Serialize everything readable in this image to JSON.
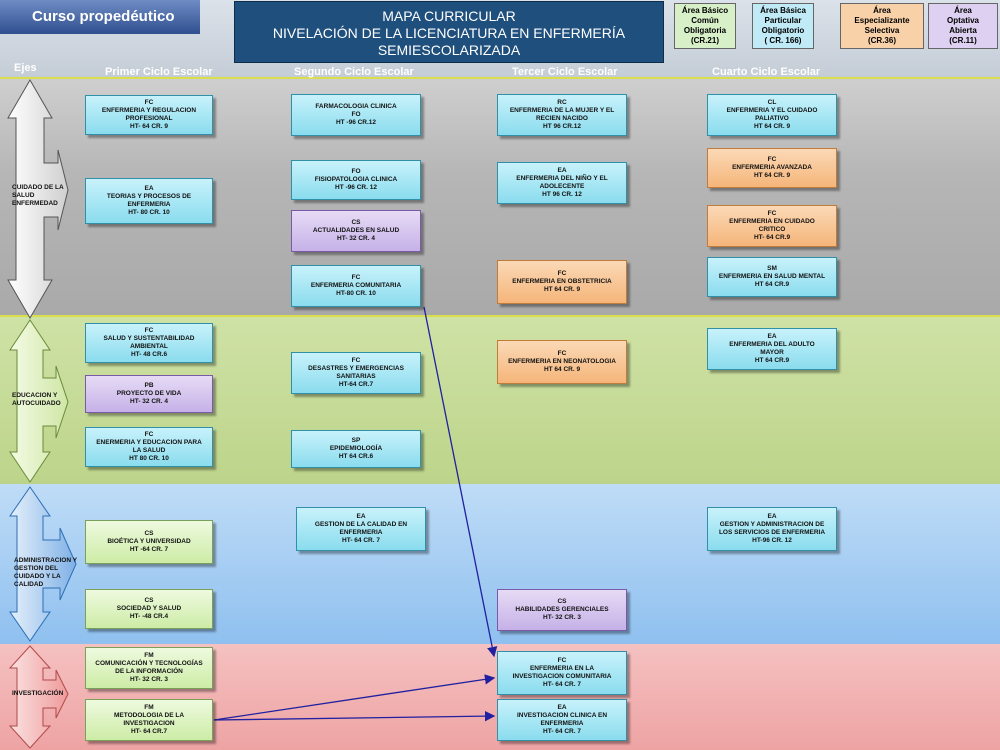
{
  "course_label": "Curso propedéutico",
  "title_lines": [
    "MAPA CURRICULAR",
    "NIVELACIÓN DE LA LICENCIATURA EN ENFERMERÍA",
    "SEMIESCOLARIZADA"
  ],
  "ejes_label": "Ejes",
  "cycles": [
    "Primer Ciclo Escolar",
    "Segundo Ciclo Escolar",
    "Tercer Ciclo Escolar",
    "Cuarto Ciclo Escolar"
  ],
  "legend": [
    {
      "lines": [
        "Área Básico",
        "Común",
        "Obligatoria",
        "(CR.21)"
      ]
    },
    {
      "lines": [
        "Área Básica",
        "Particular",
        "Obligatorio",
        "( CR. 166)"
      ]
    },
    {
      "lines": [
        "Área",
        "Especializante",
        "Selectiva",
        "(CR.36)"
      ]
    },
    {
      "lines": [
        "Área",
        "Optativa",
        "Abierta",
        "(CR.11)"
      ]
    }
  ],
  "axes": [
    {
      "lines": [
        "CUIDADO DE LA",
        "SALUD",
        "ENFERMEDAD"
      ]
    },
    {
      "lines": [
        "EDUCACION Y",
        "AUTOCUIDADO"
      ]
    },
    {
      "lines": [
        "ADMINISTRACION Y",
        "GESTION DEL",
        "CUIDADO Y LA",
        "CALIDAD"
      ]
    },
    {
      "lines": [
        "INVESTIGACIÓN"
      ]
    }
  ],
  "nodes": [
    {
      "lines": [
        "FC",
        "ENFERMERIA Y REGULACION",
        "PROFESIONAL",
        "HT- 64 CR. 9"
      ],
      "color": "cyan"
    },
    {
      "lines": [
        "EA",
        "TEORIAS Y PROCESOS DE",
        "ENFERMERIA",
        "HT- 80 CR. 10"
      ],
      "color": "cyan"
    },
    {
      "lines": [
        "FC",
        "SALUD Y SUSTENTABILIDAD",
        "AMBIENTAL",
        "HT- 48 CR.6"
      ],
      "color": "cyan"
    },
    {
      "lines": [
        "PB",
        "PROYECTO DE VIDA",
        "HT- 32 CR. 4"
      ],
      "color": "purple"
    },
    {
      "lines": [
        "FC",
        "ENERMERIA Y EDUCACION PARA",
        "LA SALUD",
        "HT 80 CR. 10"
      ],
      "color": "cyan"
    },
    {
      "lines": [
        "CS",
        "BIOÉTICA Y UNIVERSIDAD",
        "HT -64 CR. 7"
      ],
      "color": "green"
    },
    {
      "lines": [
        "CS",
        "SOCIEDAD Y SALUD",
        "HT- -48 CR.4"
      ],
      "color": "green"
    },
    {
      "lines": [
        "FM",
        "COMUNICACIÓN Y TECNOLOGÍAS",
        "DE LA INFORMACIÓN",
        "HT- 32 CR. 3"
      ],
      "color": "green"
    },
    {
      "lines": [
        "FM",
        "METODOLOGIA DE LA",
        "INVESTIGACION",
        "HT- 64 CR.7"
      ],
      "color": "green"
    },
    {
      "lines": [
        "FARMACOLOGIA CLINICA",
        "FO",
        "HT -96 CR.12"
      ],
      "color": "cyan"
    },
    {
      "lines": [
        "FO",
        "FISIOPATOLOGIA CLINICA",
        "HT -96 CR. 12"
      ],
      "color": "cyan"
    },
    {
      "lines": [
        "CS",
        "ACTUALIDADES EN SALUD",
        "HT- 32 CR. 4"
      ],
      "color": "purple"
    },
    {
      "lines": [
        "FC",
        "ENFERMERIA COMUNITARIA",
        "HT-80 CR. 10"
      ],
      "color": "cyan"
    },
    {
      "lines": [
        "FC",
        "DESASTRES Y EMERGENCIAS",
        "SANITARIAS",
        "HT-64 CR.7"
      ],
      "color": "cyan"
    },
    {
      "lines": [
        "SP",
        "EPIDEMIOLOGÍA",
        "HT 64 CR.6"
      ],
      "color": "cyan"
    },
    {
      "lines": [
        "EA",
        "GESTION DE LA CALIDAD EN",
        "ENFERMERIA",
        "HT- 64 CR. 7"
      ],
      "color": "cyan"
    },
    {
      "lines": [
        "RC",
        "ENFERMERIA DE LA MUJER Y EL",
        "RECIEN NACIDO",
        "HT 96 CR.12"
      ],
      "color": "cyan"
    },
    {
      "lines": [
        "EA",
        "ENFERMERIA DEL NIÑO Y EL",
        "ADOLECENTE",
        "HT 96 CR. 12"
      ],
      "color": "cyan"
    },
    {
      "lines": [
        "FC",
        "ENFERMERIA EN OBSTETRICIA",
        "HT 64 CR. 9"
      ],
      "color": "orange"
    },
    {
      "lines": [
        "FC",
        "ENFERMERIA EN NEONATOLOGIA",
        "HT 64 CR. 9"
      ],
      "color": "orange"
    },
    {
      "lines": [
        "CS",
        "HABILIDADES GERENCIALES",
        "HT- 32 CR. 3"
      ],
      "color": "purple"
    },
    {
      "lines": [
        "FC",
        "ENFERMERIA EN LA",
        "INVESTIGACION COMUNITARIA",
        "HT- 64 CR. 7"
      ],
      "color": "cyan"
    },
    {
      "lines": [
        "EA",
        "INVESTIGACION CLINICA EN",
        "ENFERMERIA",
        "HT- 64 CR. 7"
      ],
      "color": "cyan"
    },
    {
      "lines": [
        "CL",
        "ENFERMERIA Y EL CUIDADO",
        "PALIATIVO",
        "HT 64 CR. 9"
      ],
      "color": "cyan"
    },
    {
      "lines": [
        "FC",
        "ENFERMERIA AVANZADA",
        "HT 64 CR. 9"
      ],
      "color": "orange"
    },
    {
      "lines": [
        "FC",
        "ENFERMERIA EN CUIDADO",
        "CRITICO",
        "HT- 64 CR.9"
      ],
      "color": "orange"
    },
    {
      "lines": [
        "SM",
        "ENFERMERIA EN SALUD MENTAL",
        "HT 64 CR.9"
      ],
      "color": "cyan"
    },
    {
      "lines": [
        "EA",
        "ENFERMERIA DEL ADULTO",
        "MAYOR",
        "HT 64 CR.9"
      ],
      "color": "cyan"
    },
    {
      "lines": [
        "EA",
        "GESTION  Y ADMINISTRACION DE",
        "LOS SERVICIOS DE ENFERMERIA",
        "HT-96 CR. 12"
      ],
      "color": "cyan"
    }
  ]
}
